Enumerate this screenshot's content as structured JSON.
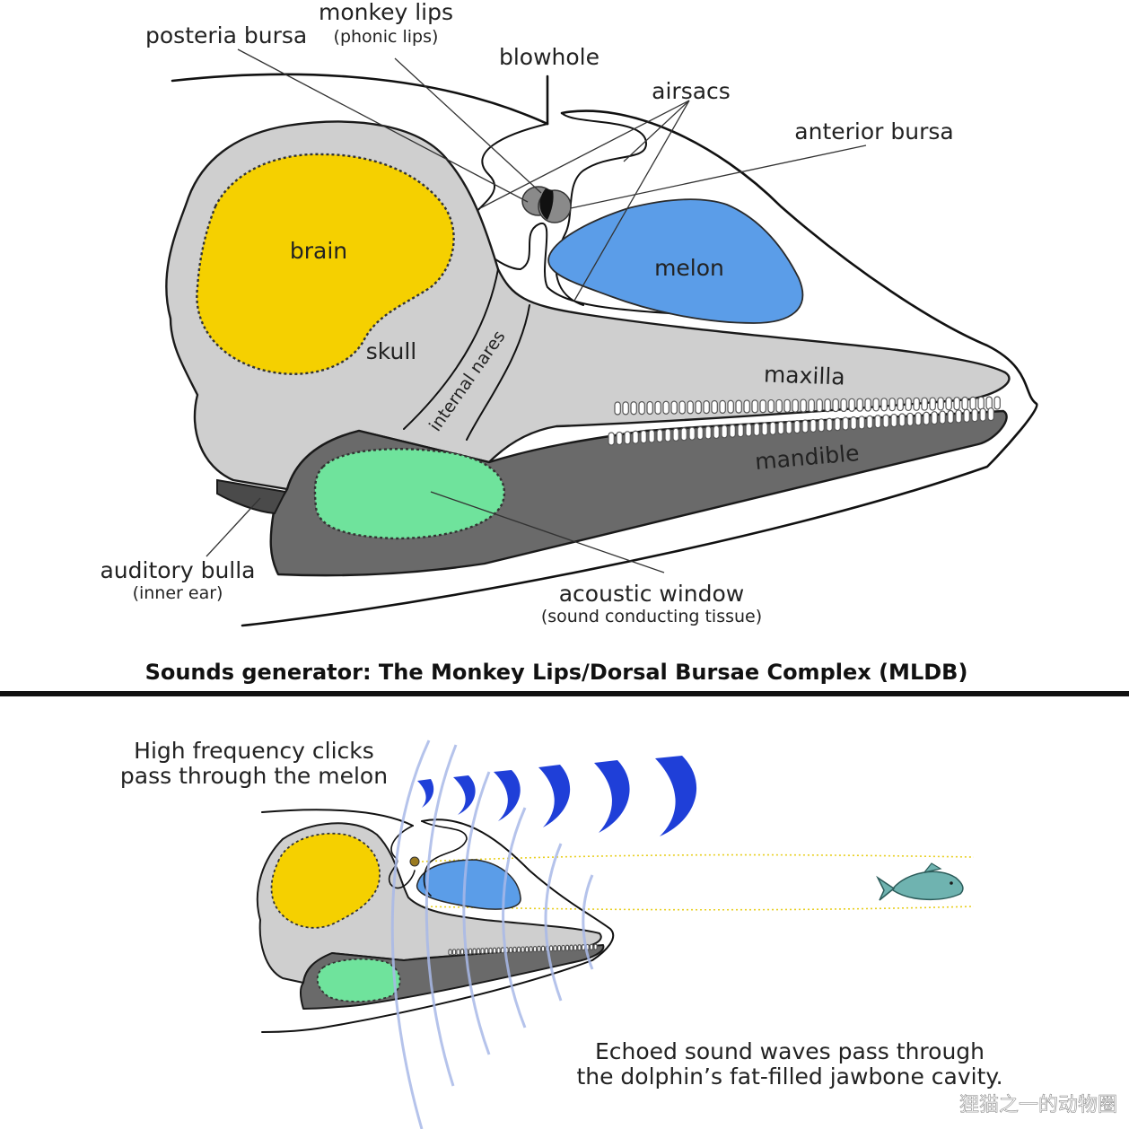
{
  "top_diagram": {
    "labels": {
      "monkey_lips": "monkey lips",
      "phonic_lips": "(phonic lips)",
      "posteria_bursa": "posteria bursa",
      "blowhole": "blowhole",
      "airsacs": "airsacs",
      "anterior_bursa": "anterior bursa",
      "brain": "brain",
      "melon": "melon",
      "skull": "skull",
      "internal_nares": "internal nares",
      "maxilla": "maxilla",
      "mandible": "mandible",
      "auditory_bulla": "auditory bulla",
      "inner_ear": "(inner ear)",
      "acoustic_window": "acoustic window",
      "sound_conducting": "(sound conducting tissue)"
    },
    "caption": "Sounds generator: The Monkey Lips/Dorsal Bursae Complex (MLDB)"
  },
  "bottom_diagram": {
    "clicks_line1": "High frequency clicks",
    "clicks_line2": "pass through the melon",
    "echo_line1": "Echoed sound waves pass through",
    "echo_line2": "the dolphin’s fat-filled jawbone cavity."
  },
  "watermark": "狸猫之一的动物圈",
  "colors": {
    "brain": "#f5d000",
    "melon": "#5b9de8",
    "acoustic_window": "#6fe39c",
    "skull": "#cfcfcf",
    "mandible": "#6a6a6a",
    "sound_wave": "#1f3fd8",
    "echo_wave": "#a8b8e8",
    "beam": "#e8cf20"
  }
}
